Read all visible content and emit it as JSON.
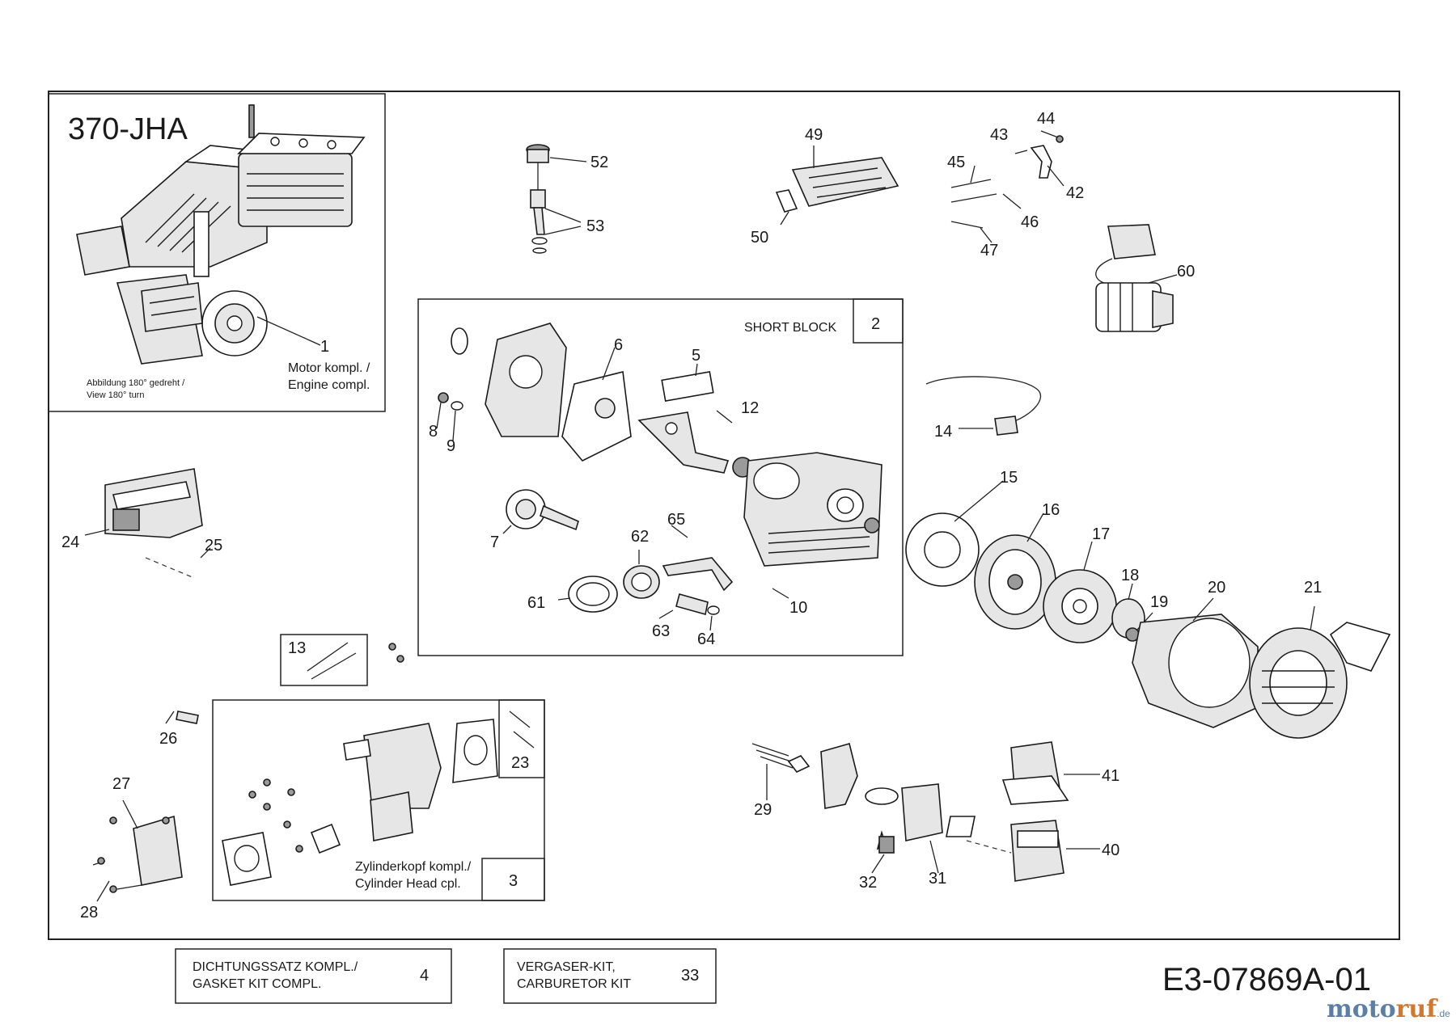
{
  "model": "370-JHA",
  "drawing_code": "E3-07869A-01",
  "main_engine": {
    "number": "1",
    "label_de": "Motor kompl. /",
    "label_en": "Engine compl.",
    "note_de": "Abbildung 180° gedreht /",
    "note_en": "View 180° turn"
  },
  "short_block": {
    "label": "SHORT BLOCK",
    "number": "2"
  },
  "cylinder_head": {
    "label_de": "Zylinderkopf kompl./",
    "label_en": "Cylinder Head cpl.",
    "number": "3"
  },
  "gasket_kit": {
    "label_de": "DICHTUNGSSATZ KOMPL./",
    "label_en": "GASKET KIT COMPL.",
    "number": "4"
  },
  "carburetor_kit": {
    "label_de": "VERGASER-KIT,",
    "label_en": "CARBURETOR KIT",
    "number": "33"
  },
  "sub_box_13": "13",
  "sub_box_23": "23",
  "parts": {
    "p5": "5",
    "p6": "6",
    "p7": "7",
    "p8": "8",
    "p9": "9",
    "p10": "10",
    "p12": "12",
    "p14": "14",
    "p15": "15",
    "p16": "16",
    "p17": "17",
    "p18": "18",
    "p19": "19",
    "p20": "20",
    "p21": "21",
    "p24": "24",
    "p25": "25",
    "p26": "26",
    "p27": "27",
    "p28": "28",
    "p29": "29",
    "p31": "31",
    "p32": "32",
    "p40": "40",
    "p41": "41",
    "p42": "42",
    "p43": "43",
    "p44": "44",
    "p45": "45",
    "p46": "46",
    "p47": "47",
    "p49": "49",
    "p50": "50",
    "p52": "52",
    "p53": "53",
    "p60": "60",
    "p61": "61",
    "p62": "62",
    "p63": "63",
    "p64": "64",
    "p65": "65"
  },
  "watermark": {
    "part1": "moto",
    "part2": "ruf",
    "suffix": ".de"
  }
}
